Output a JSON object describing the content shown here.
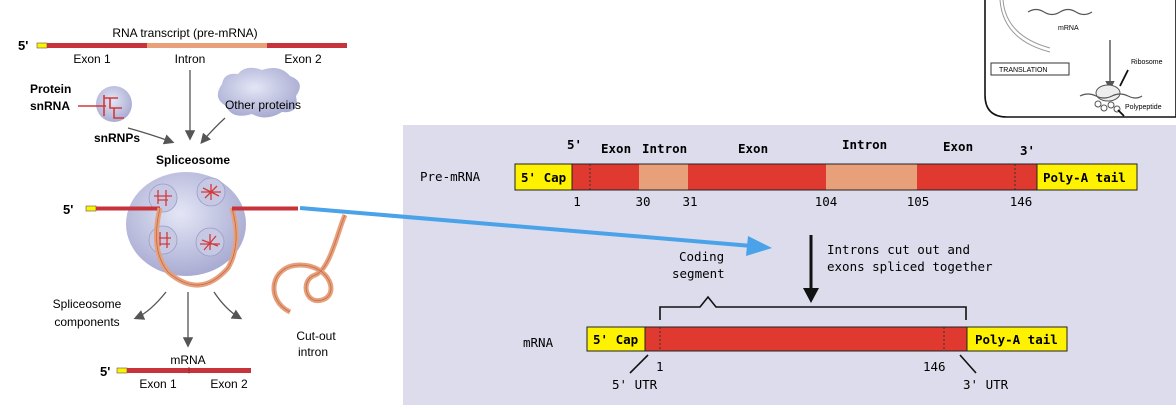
{
  "left_panel": {
    "five_prime": "5'",
    "transcript_title": "RNA transcript (pre-mRNA)",
    "exon1": "Exon 1",
    "intron": "Intron",
    "exon2": "Exon 2",
    "protein": "Protein",
    "snrna": "snRNA",
    "snrnps": "snRNPs",
    "other_proteins": "Other proteins",
    "spliceosome": "Spliceosome",
    "five_prime_mid": "5'",
    "components_line1": "Spliceosome",
    "components_line2": "components",
    "cutout_line1": "Cut-out",
    "cutout_line2": "intron",
    "mrna": "mRNA",
    "five_prime_bottom": "5'",
    "exon1_bottom": "Exon 1",
    "exon2_bottom": "Exon 2"
  },
  "inset": {
    "mrna": "mRNA",
    "translation": "TRANSLATION",
    "ribosome": "Ribosome",
    "polypeptide": "Polypeptide"
  },
  "right_panel": {
    "premrna_label": "Pre-mRNA",
    "five_prime": "5'",
    "three_prime": "3'",
    "exon_a": "Exon",
    "intron_a": "Intron",
    "exon_b": "Exon",
    "intron_b": "Intron",
    "exon_c": "Exon",
    "cap": "5' Cap",
    "polya": "Poly-A tail",
    "pos": [
      "1",
      "30",
      "31",
      "104",
      "105",
      "146"
    ],
    "arrow_line1": "Introns cut out and",
    "arrow_line2": "exons spliced together",
    "coding_line1": "Coding",
    "coding_line2": "segment",
    "mrna_label": "mRNA",
    "mrna_cap": "5' Cap",
    "mrna_polya": "Poly-A tail",
    "mrna_start": "1",
    "mrna_end": "146",
    "utr5": "5' UTR",
    "utr3": "3' UTR"
  },
  "colors": {
    "exon_red": "#e03a30",
    "intron_salmon": "#e8a07a",
    "cap_yellow": "#fff200",
    "panel_bg": "#dcdcec",
    "arrow_blue": "#4aa3e8"
  }
}
